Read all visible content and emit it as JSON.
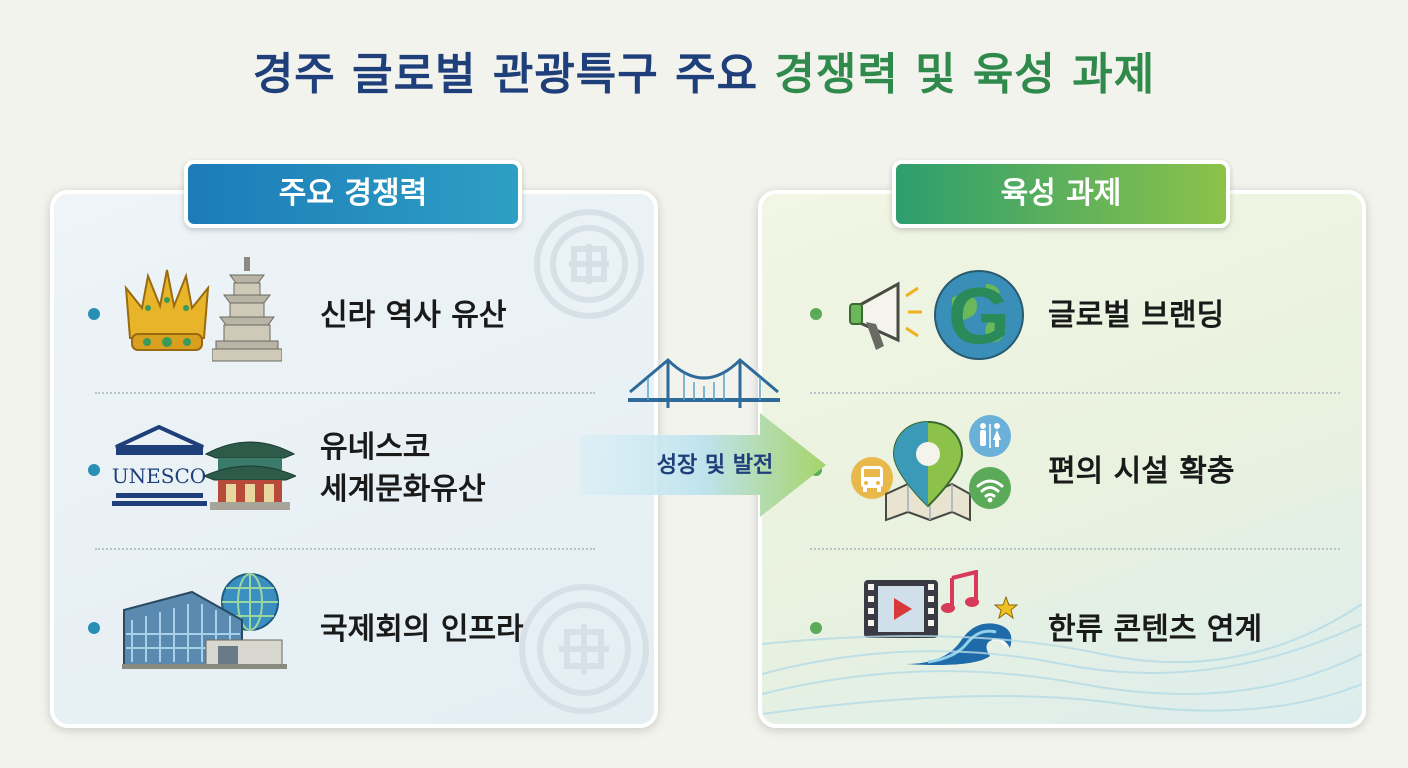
{
  "title": {
    "part1": "경주 글로벌 관광특구 주요 ",
    "part2": "경쟁력 및 육성 과제"
  },
  "left": {
    "header": "주요 경쟁력",
    "items": [
      {
        "label": "신라 역사 유산"
      },
      {
        "label_line1": "유네스코",
        "label_line2": "세계문화유산",
        "logo_text": "UNESCO"
      },
      {
        "label": "국제회의 인프라"
      }
    ]
  },
  "right": {
    "header": "육성 과제",
    "items": [
      {
        "label": "글로벌 브랜딩",
        "logo_letter": "G"
      },
      {
        "label": "편의 시설 확충"
      },
      {
        "label": "한류 콘텐츠 연계"
      }
    ]
  },
  "connector": {
    "label": "성장 및 발전"
  },
  "colors": {
    "title_blue": "#1f3f7a",
    "title_green": "#2f8a4c",
    "left_accent": "#1d7bb8",
    "right_accent": "#6cb84a"
  }
}
